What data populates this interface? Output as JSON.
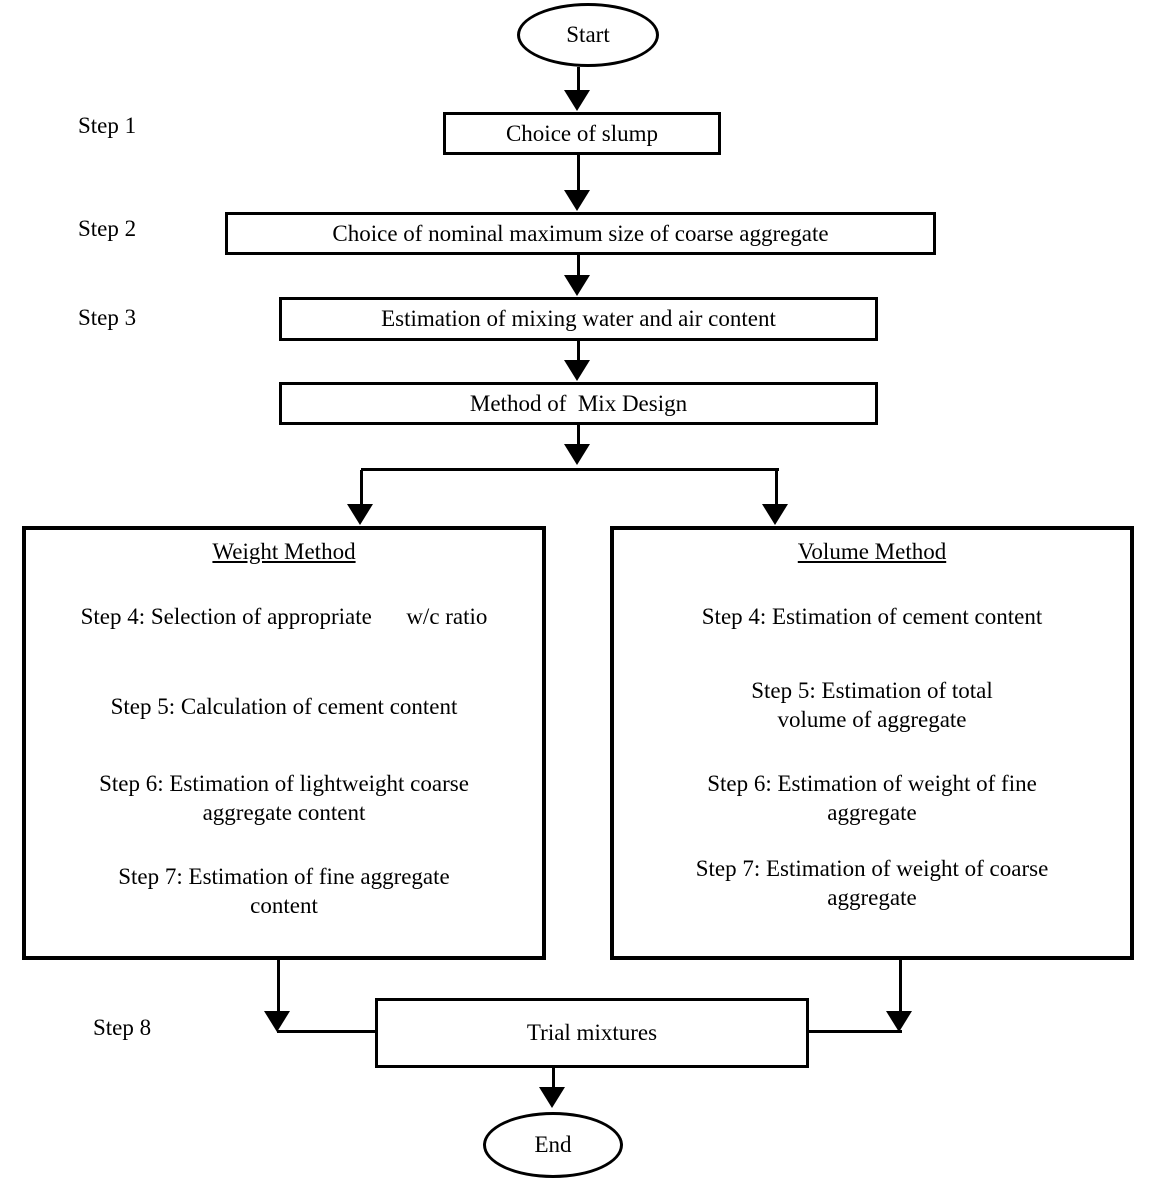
{
  "nodes": {
    "start": "Start",
    "slump_box": "Choice of slump",
    "nominal_box": "Choice of nominal maximum size of coarse aggregate",
    "water_box": "Estimation of mixing water and air content",
    "method_box": "Method of  Mix Design",
    "weight": {
      "title": "Weight Method",
      "step4": "Step 4: Selection of appropriate      w/c ratio",
      "step5": "Step 5: Calculation of cement content",
      "step6": "Step 6: Estimation of lightweight coarse\naggregate content",
      "step7": "Step 7: Estimation of fine aggregate\ncontent"
    },
    "volume": {
      "title": "Volume Method",
      "step4": "Step 4: Estimation of cement content",
      "step5": "Step 5: Estimation of total\nvolume of aggregate",
      "step6": "Step 6: Estimation of weight of fine\naggregate",
      "step7": "Step 7: Estimation of weight of coarse\naggregate"
    },
    "trial_box": "Trial mixtures",
    "end": "End"
  },
  "side_labels": {
    "step1": "Step 1",
    "step2": "Step 2",
    "step3": "Step 3",
    "step8": "Step 8"
  },
  "colors": {
    "line": "#000000",
    "background": "#ffffff"
  }
}
